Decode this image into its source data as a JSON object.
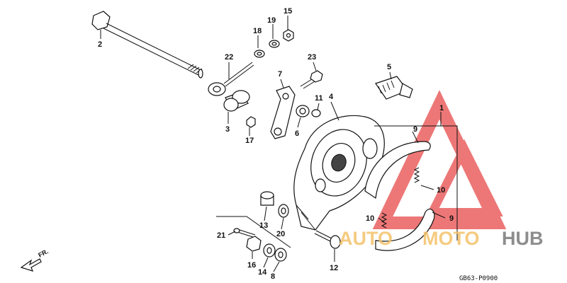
{
  "diagram": {
    "part_labels": [
      "1",
      "2",
      "3",
      "4",
      "5",
      "6",
      "7",
      "8",
      "9",
      "9",
      "10",
      "10",
      "11",
      "12",
      "13",
      "14",
      "15",
      "16",
      "17",
      "18",
      "19",
      "20",
      "21",
      "22",
      "23"
    ],
    "diagram_code": "GB63-P0900",
    "direction_label": "FR.",
    "watermark": {
      "part1": "AUTO",
      "part2": "MOTO",
      "part3": "HUB"
    },
    "colors": {
      "watermark_triangle": "#e84a4a",
      "watermark_orange": "#f4c26a",
      "watermark_gray": "#7a7a7a",
      "line": "#111111"
    }
  }
}
